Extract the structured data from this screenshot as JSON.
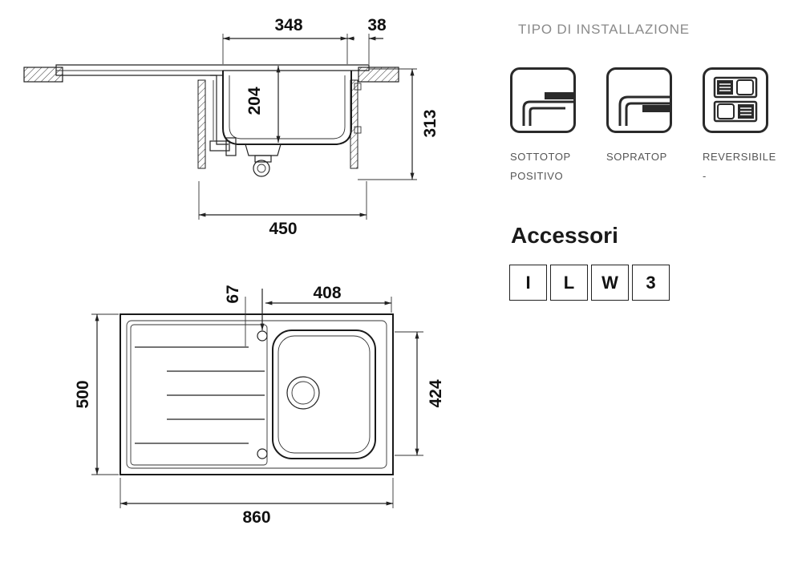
{
  "technical_drawing": {
    "side_view": {
      "dim_bowl_width": "348",
      "dim_right_edge": "38",
      "dim_bowl_depth": "204",
      "dim_total_height": "313",
      "dim_cabinet_width": "450"
    },
    "top_view": {
      "dim_offset": "67",
      "dim_bowl_length": "408",
      "dim_total_depth": "500",
      "dim_bowl_depth": "424",
      "dim_total_length": "860"
    }
  },
  "installation": {
    "title": "TIPO DI INSTALLAZIONE",
    "types": [
      {
        "icon": "undermount-positive-icon",
        "label_line1": "SOTTOTOP",
        "label_line2": "POSITIVO"
      },
      {
        "icon": "overmount-icon",
        "label_line1": "SOPRATOP",
        "label_line2": ""
      },
      {
        "icon": "reversible-icon",
        "label_line1": "REVERSIBILE",
        "label_line2": "-"
      }
    ]
  },
  "accessories": {
    "title": "Accessori",
    "codes": [
      "I",
      "L",
      "W",
      "3"
    ]
  }
}
